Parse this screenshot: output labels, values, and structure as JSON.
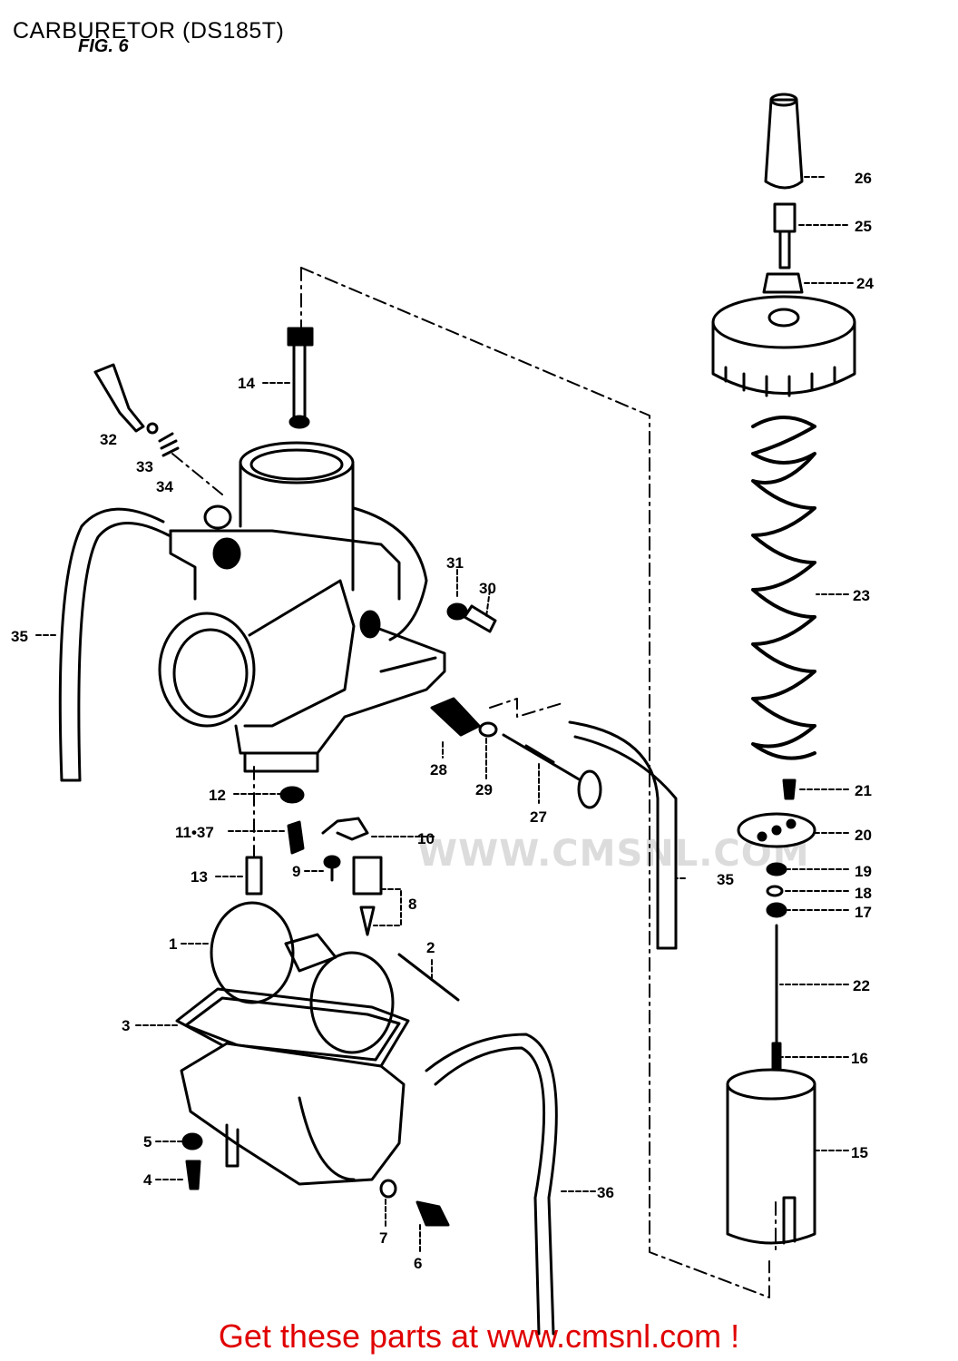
{
  "header": {
    "title": "CARBURETOR (DS185T)",
    "fig_label": "FIG. 6"
  },
  "watermark": "WWW.CMSNL.COM",
  "footer": {
    "link_text": "Get these parts at www.cmsnl.com !",
    "link_color": "#e00000"
  },
  "callouts": [
    "1",
    "2",
    "3",
    "4",
    "5",
    "6",
    "7",
    "8",
    "9",
    "10",
    "11•37",
    "12",
    "13",
    "14",
    "15",
    "16",
    "17",
    "18",
    "19",
    "20",
    "21",
    "22",
    "23",
    "24",
    "25",
    "26",
    "27",
    "28",
    "29",
    "30",
    "31",
    "32",
    "33",
    "34",
    "35",
    "35",
    "36"
  ]
}
